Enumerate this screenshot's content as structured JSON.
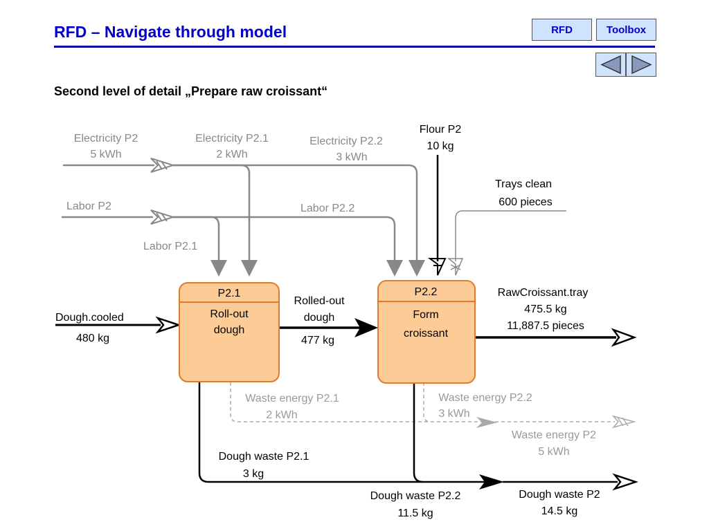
{
  "header": {
    "title": "RFD – Navigate through model",
    "rfd_button": "RFD",
    "toolbox_button": "Toolbox"
  },
  "subtitle": "Second level of detail „Prepare raw croissant“",
  "colors": {
    "title": "#0000cc",
    "button_fill": "#cfe3ff",
    "process_fill": "#fdcb96",
    "process_stroke": "#e07b2a",
    "flow_main": "#000000",
    "flow_input": "#888888",
    "flow_waste_energy": "#aaaaaa"
  },
  "processes": [
    {
      "id": "P2.1",
      "name_line1": "Roll-out",
      "name_line2": "dough"
    },
    {
      "id": "P2.2",
      "name_line1": "Form",
      "name_line2": "croissant"
    }
  ],
  "flows": {
    "electricity_p2": {
      "name": "Electricity P2",
      "amount": "5 kWh"
    },
    "electricity_p21": {
      "name": "Electricity P2.1",
      "amount": "2 kWh"
    },
    "electricity_p22": {
      "name": "Electricity P2.2",
      "amount": "3 kWh"
    },
    "flour_p2": {
      "name": "Flour P2",
      "amount": "10 kg"
    },
    "trays_clean": {
      "name": "Trays clean",
      "amount": "600 pieces"
    },
    "labor_p2": {
      "name": "Labor P2"
    },
    "labor_p22": {
      "name": "Labor P2.2"
    },
    "labor_p21": {
      "name": "Labor P2.1"
    },
    "dough_cooled": {
      "name": "Dough.cooled",
      "amount": "480 kg"
    },
    "rolled_out_dough": {
      "name_line1": "Rolled-out",
      "name_line2": "dough",
      "amount": "477 kg"
    },
    "raw_croissant_tray": {
      "name": "RawCroissant.tray",
      "amount": "475.5 kg",
      "pieces": "11,887.5 pieces"
    },
    "waste_energy_p21": {
      "name": "Waste energy P2.1",
      "amount": "2 kWh"
    },
    "waste_energy_p22": {
      "name": "Waste energy P2.2",
      "amount": "3 kWh"
    },
    "waste_energy_p2": {
      "name": "Waste energy P2",
      "amount": "5 kWh"
    },
    "dough_waste_p21": {
      "name": "Dough waste P2.1",
      "amount": "3 kg"
    },
    "dough_waste_p22": {
      "name": "Dough waste P2.2",
      "amount": "11.5 kg"
    },
    "dough_waste_p2": {
      "name": "Dough waste P2",
      "amount": "14.5 kg"
    }
  }
}
